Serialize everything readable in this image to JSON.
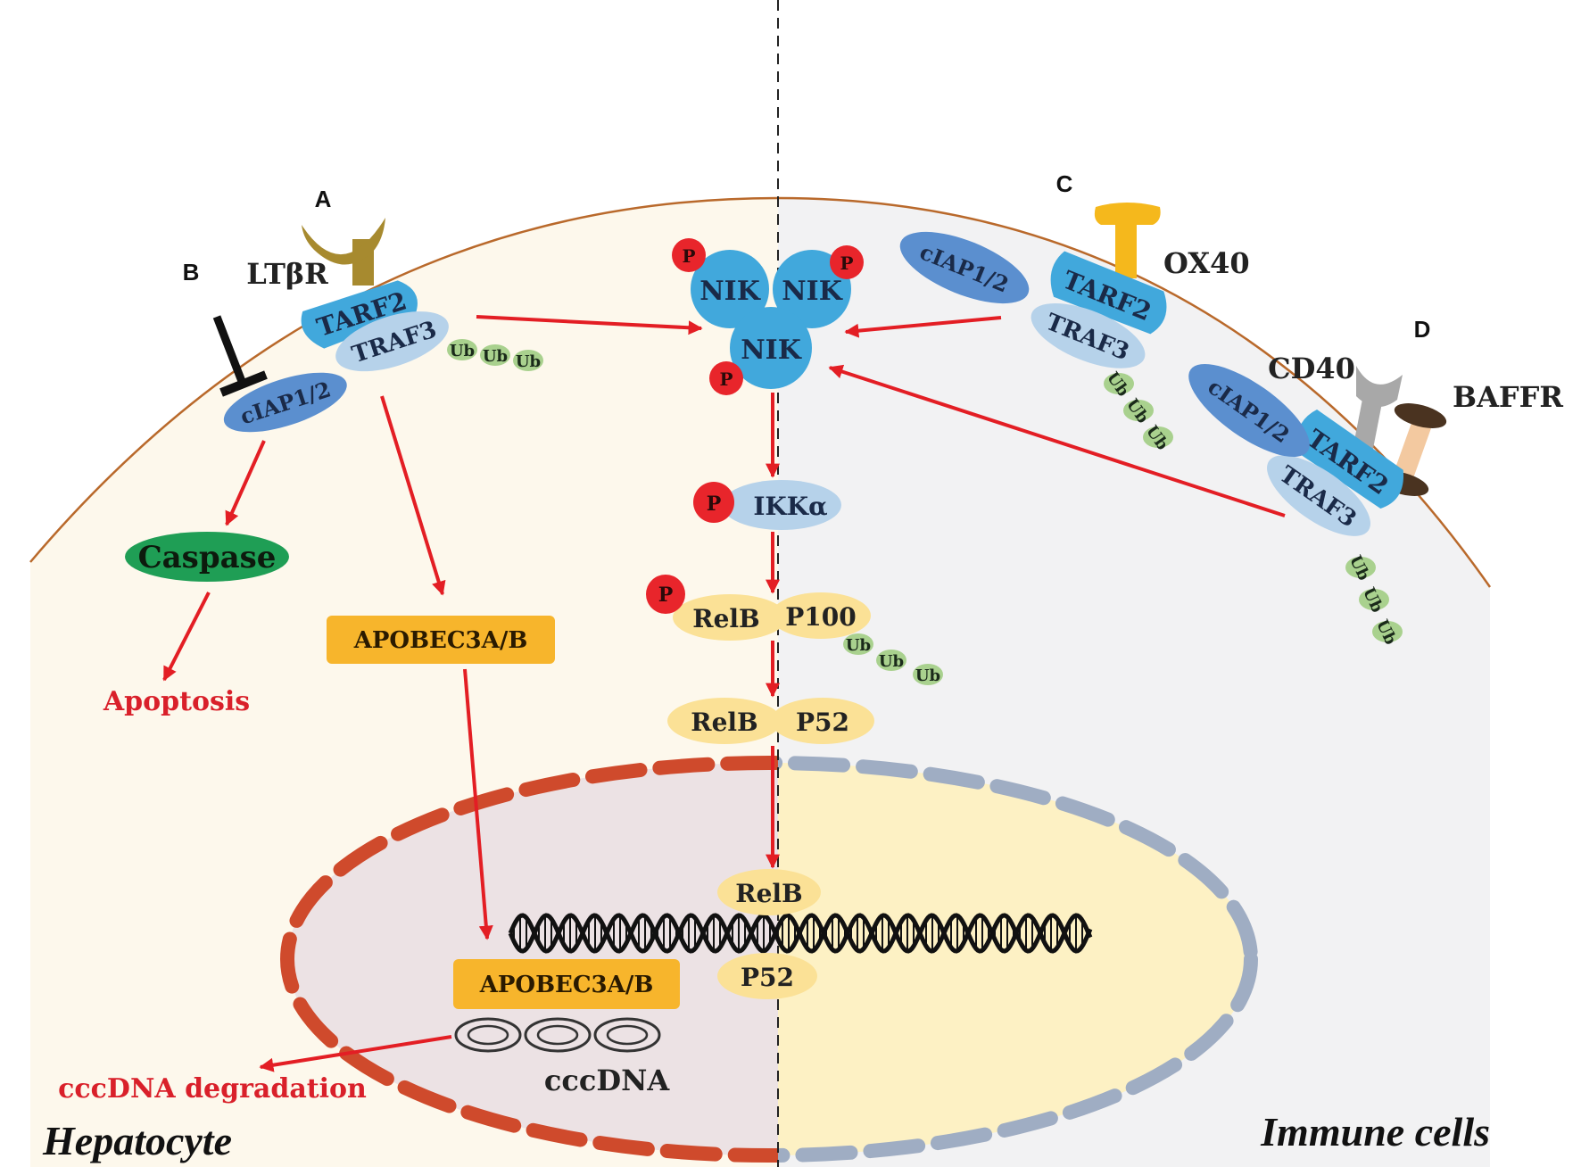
{
  "panel_labels": {
    "a": "A",
    "b": "B",
    "c": "C",
    "d": "D"
  },
  "receptors": {
    "ltbr": "LTβR",
    "ox40": "OX40",
    "cd40": "CD40",
    "baffr": "BAFFR"
  },
  "proteins": {
    "tarf2": "TARF2",
    "traf3": "TRAF3",
    "ciap": "cIAP1/2",
    "nik": "NIK",
    "ikka": "IKKα",
    "relb": "RelB",
    "p100": "P100",
    "p52": "P52",
    "caspase": "Caspase",
    "apobec": "APOBEC3A/B",
    "ccc_dna": "cccDNA"
  },
  "modifiers": {
    "ub": "Ub",
    "p": "P"
  },
  "outcomes": {
    "apoptosis": "Apoptosis",
    "cccdna_degradation": "cccDNA degradation"
  },
  "cell_types": {
    "left": "Hepatocyte",
    "right": "Immune cells"
  },
  "colors": {
    "traf_blue": "#41a8dc",
    "traf3_light": "#b6d2ea",
    "ciap_blue": "#5b8fcf",
    "ub_green": "#a9d18e",
    "phospho_red": "#e8252b",
    "relb_yellow": "#fbe196",
    "apobec_orange": "#f7b52c",
    "caspase_green": "#1f9e55",
    "arrow_red": "#e31e24",
    "membrane_brown": "#b9692b",
    "nucleus_dash_red": "#cf4a2c",
    "nucleus_dash_blue": "#9fadc3"
  }
}
